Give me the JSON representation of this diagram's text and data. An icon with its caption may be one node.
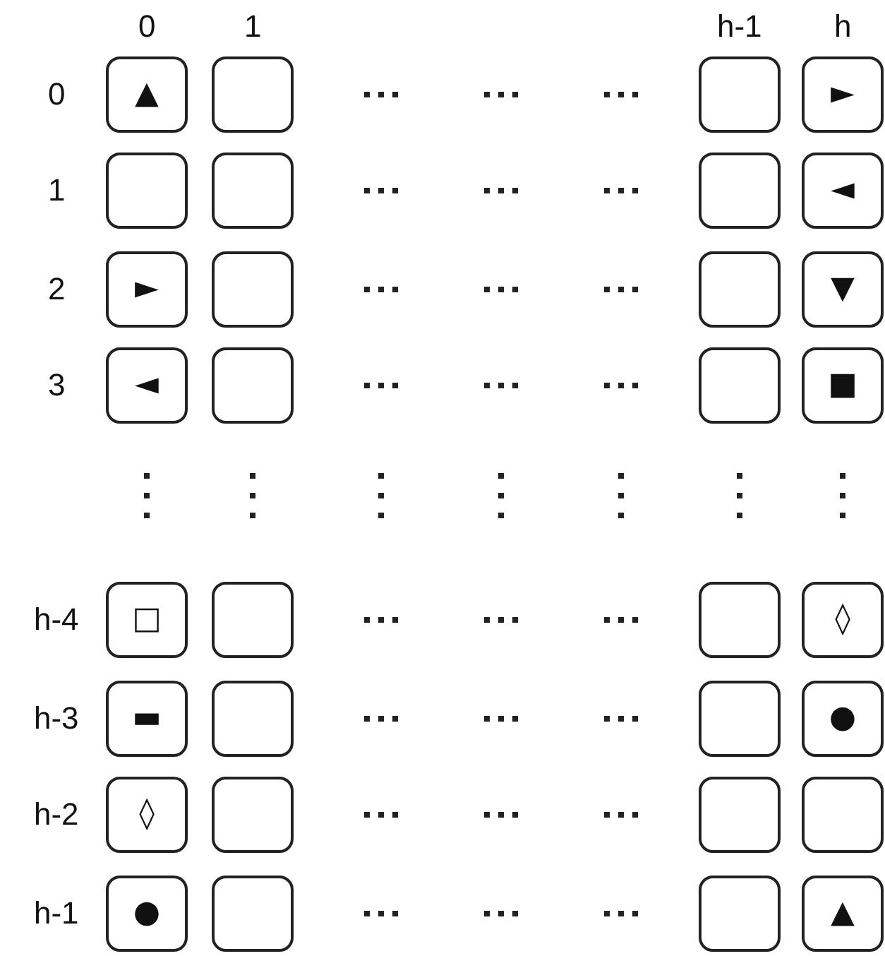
{
  "diagram": {
    "nodes": [
      {
        "text": [
          "▲"
        ]
      },
      {
        "text": [],
        "shape": "box"
      },
      {
        "text": [],
        "shape": "box"
      },
      {
        "text": [
          "►"
        ]
      },
      {
        "text": [],
        "shape": "box"
      },
      {
        "text": [],
        "shape": "box"
      },
      {
        "text": [],
        "shape": "box"
      },
      {
        "text": [
          "◄"
        ]
      },
      {
        "text": [
          "►"
        ]
      },
      {
        "text": [],
        "shape": "box"
      },
      {
        "text": [],
        "shape": "box"
      },
      {
        "text": [
          "▼"
        ]
      },
      {
        "text": [
          "◄"
        ]
      },
      {
        "text": [],
        "shape": "box"
      },
      {
        "text": [],
        "shape": "box"
      },
      {
        "text": [
          "■"
        ]
      },
      {
        "text": [
          "□"
        ]
      },
      {
        "text": [],
        "shape": "box"
      },
      {
        "text": [],
        "shape": "box"
      },
      {
        "text": [
          "◊"
        ]
      },
      {
        "text": [
          "▬"
        ]
      },
      {
        "text": [],
        "shape": "box"
      },
      {
        "text": [],
        "shape": "box"
      },
      {
        "text": [
          "●"
        ]
      },
      {
        "text": [
          "◊"
        ]
      },
      {
        "text": [],
        "shape": "box"
      },
      {
        "text": [],
        "shape": "box"
      },
      {
        "text": [],
        "shape": "box"
      },
      {
        "text": [
          "●"
        ]
      },
      {
        "text": [],
        "shape": "box"
      },
      {
        "text": [],
        "shape": "box"
      },
      {
        "text": [
          "▲"
        ]
      }
    ],
    "labels": [
      "0",
      "1",
      "h-1",
      "h",
      "0",
      "1",
      "2",
      "3",
      "h-4",
      "h-3",
      "h-2",
      "h-1"
    ]
  }
}
